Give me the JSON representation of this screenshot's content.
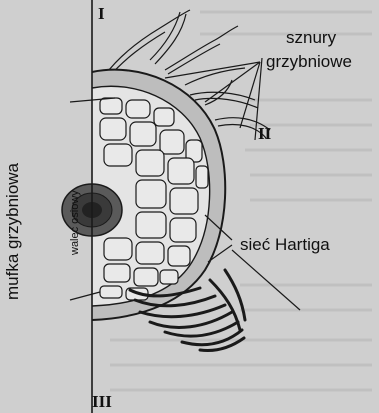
{
  "labels": {
    "sznury": "sznury",
    "grzybniowe": "grzybniowe",
    "siec_hartiga": "sieć Hartiga",
    "mufka": "mufka grzybniowa",
    "walec": "walec osiowy",
    "roman_1": "I",
    "roman_2": "II",
    "roman_3": "III"
  },
  "colors": {
    "background": "#cfcfcf",
    "ink": "#1a1a1a",
    "cell_fill": "#e9e9e9"
  }
}
